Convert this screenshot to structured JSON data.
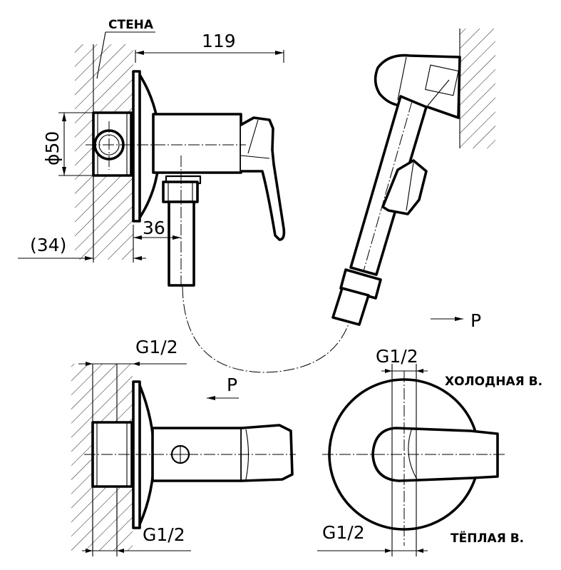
{
  "labels": {
    "wall": "СТЕНА",
    "cold_water": "ХОЛОДНАЯ В.",
    "warm_water": "ТЁПЛАЯ В.",
    "pressure": "P"
  },
  "dimensions": {
    "overall_length": "119",
    "diameter": "ϕ50",
    "wall_offset": "(34)",
    "outlet_offset": "36",
    "thread_top_side": "G1/2",
    "thread_bottom_side": "G1/2",
    "thread_top_front": "G1/2",
    "thread_bottom_front": "G1/2"
  }
}
